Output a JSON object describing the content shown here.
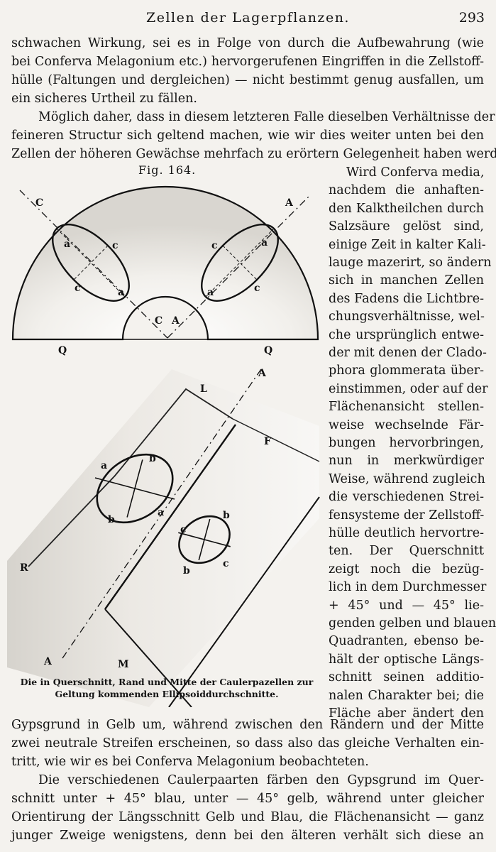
{
  "header": {
    "title": "Zellen der Lagerpflanzen.",
    "page_number": "293"
  },
  "body_top": [
    "schwachen Wirkung, sei es in Folge von durch die Aufbewahrung (wie",
    "bei Conferva Melagonium etc.) hervorgerufenen Eingriffen in die Zellstoff-",
    "hülle (Faltungen und dergleichen) — nicht bestimmt genug ausfallen, um",
    "ein sicheres Urtheil zu fällen.",
    "Möglich daher, dass in diesem letzteren Falle dieselben Verhältnisse der",
    "feineren Structur sich geltend machen, wie wir dies weiter unten bei den",
    "Zellen der höheren Gewächse mehrfach zu erörtern Gelegenheit haben werden."
  ],
  "right_column": [
    "Wird Conferva media,",
    "nachdem die anhaften-",
    "den Kalktheilchen durch",
    "Salzsäure gelöst sind,",
    "einige Zeit in kalter Kali-",
    "lauge mazerirt, so ändern",
    "sich in manchen Zellen",
    "des Fadens die Lichtbre-",
    "chungsverhältnisse, wel-",
    "che ursprünglich entwe-",
    "der mit denen der Clado-",
    "phora glommerata über-",
    "einstimmen, oder auf der",
    "Flächenansicht stellen-",
    "weise wechselnde Fär-",
    "bungen hervorbringen,",
    "nun in merkwürdiger",
    "Weise, während zugleich",
    "die verschiedenen Strei-",
    "fensysteme der Zellstoff-",
    "hülle deutlich hervortre-",
    "ten. Der Querschnitt",
    "zeigt noch die bezüg-",
    "lich in dem Durchmesser",
    "+ 45° und — 45° lie-",
    "genden gelben und blauen",
    "Quadranten, ebenso be-",
    "hält der optische Längs-",
    "schnitt seinen additio-",
    "nalen Charakter bei; die",
    "Fläche aber ändert den"
  ],
  "body_bottom": [
    "Gypsgrund in Gelb um, während zwischen den Rändern und der Mitte",
    "zwei neutrale Streifen erscheinen, so dass also das gleiche Verhalten ein-",
    "tritt, wie wir es bei Conferva Melagonium beobachteten.",
    "Die verschiedenen Caulerpaarten färben den Gypsgrund im Quer-",
    "schnitt unter + 45° blau, unter — 45° gelb, während unter gleicher",
    "Orientirung der Längsschnitt Gelb und Blau, die Flächenansicht — ganz",
    "junger Zweige wenigstens, denn bei den älteren verhält sich diese an"
  ],
  "figure": {
    "label": "Fig. 164.",
    "caption": "Die in Querschnitt, Rand und Mitte der Caulerpazellen zur Geltung kommenden Ellipsoiddurchschnitte.",
    "top_labels": [
      "C",
      "A",
      "a",
      "c",
      "c",
      "a",
      "c",
      "a",
      "a",
      "c",
      "C",
      "A",
      "Q",
      "Q"
    ],
    "bottom_labels": [
      "L",
      "A",
      "F",
      "a",
      "b",
      "b",
      "a",
      "c",
      "b",
      "b",
      "c",
      "R",
      "A",
      "M"
    ]
  }
}
